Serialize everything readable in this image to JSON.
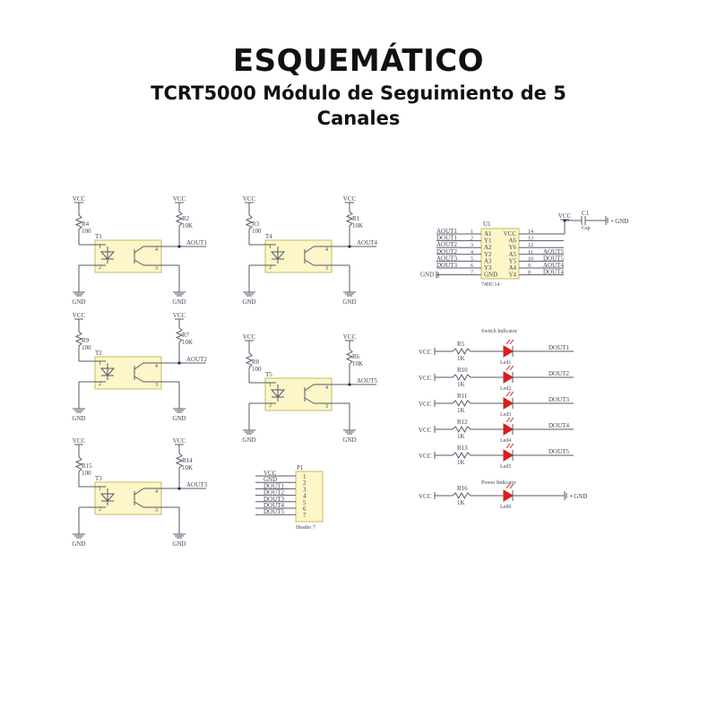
{
  "header": {
    "title": "ESQUEMÁTICO",
    "subtitle": "TCRT5000 Módulo de Seguimiento de 5 Canales"
  },
  "colors": {
    "wire": "#55586a",
    "chip_fill": "#fdf6c8",
    "chip_stroke": "#c9b860",
    "led": "#d81e1e",
    "label": "#3d3d80"
  },
  "labels": {
    "vcc": "VCC",
    "gnd": "GND",
    "switch_indicator": "Switch Indicator",
    "power_indicator": "Power Indicator"
  },
  "sensors": [
    {
      "ref": "T1",
      "r_led": "R4",
      "r_led_val": "100",
      "r_pull": "R2",
      "r_pull_val": "10K",
      "out": "AOUT1"
    },
    {
      "ref": "T4",
      "r_led": "R3",
      "r_led_val": "100",
      "r_pull": "R1",
      "r_pull_val": "10K",
      "out": "AOUT4"
    },
    {
      "ref": "T2",
      "r_led": "R9",
      "r_led_val": "100",
      "r_pull": "R7",
      "r_pull_val": "10K",
      "out": "AOUT2"
    },
    {
      "ref": "T5",
      "r_led": "R8",
      "r_led_val": "100",
      "r_pull": "R6",
      "r_pull_val": "10K",
      "out": "AOUT5"
    },
    {
      "ref": "T3",
      "r_led": "R15",
      "r_led_val": "100",
      "r_pull": "R14",
      "r_pull_val": "10K",
      "out": "AOUT3"
    }
  ],
  "chip": {
    "ref": "U1",
    "part": "74HC14",
    "left_pins": [
      {
        "net": "AOUT1",
        "num": "1",
        "name": "A1"
      },
      {
        "net": "DOUT1",
        "num": "2",
        "name": "Y1"
      },
      {
        "net": "AOUT2",
        "num": "3",
        "name": "A2"
      },
      {
        "net": "DOUT2",
        "num": "4",
        "name": "Y2"
      },
      {
        "net": "AOUT3",
        "num": "5",
        "name": "A3"
      },
      {
        "net": "DOUT3",
        "num": "6",
        "name": "Y3"
      },
      {
        "net": "GND",
        "num": "7",
        "name": "GND"
      }
    ],
    "right_pins": [
      {
        "net": "",
        "num": "14",
        "name": "VCC"
      },
      {
        "net": "",
        "num": "13",
        "name": "A6"
      },
      {
        "net": "",
        "num": "12",
        "name": "Y6"
      },
      {
        "net": "AOUT5",
        "num": "11",
        "name": "A5"
      },
      {
        "net": "DOUT5",
        "num": "10",
        "name": "Y5"
      },
      {
        "net": "AOUT4",
        "num": "9",
        "name": "A4"
      },
      {
        "net": "DOUT4",
        "num": "8",
        "name": "Y4"
      }
    ],
    "cap_ref": "C1",
    "cap_val": "Cap"
  },
  "header_conn": {
    "ref": "P1",
    "name": "Header 7",
    "pins": [
      {
        "net": "VCC",
        "num": "1"
      },
      {
        "net": "GND",
        "num": "2"
      },
      {
        "net": "DOUT1",
        "num": "3"
      },
      {
        "net": "DOUT2",
        "num": "4"
      },
      {
        "net": "DOUT3",
        "num": "5"
      },
      {
        "net": "DOUT4",
        "num": "6"
      },
      {
        "net": "DOUT5",
        "num": "7"
      }
    ]
  },
  "leds": [
    {
      "r": "R5",
      "r_val": "1K",
      "led": "Led1",
      "net": "DOUT1"
    },
    {
      "r": "R10",
      "r_val": "1K",
      "led": "Led2",
      "net": "DOUT2"
    },
    {
      "r": "R11",
      "r_val": "1K",
      "led": "Led3",
      "net": "DOUT3"
    },
    {
      "r": "R12",
      "r_val": "1K",
      "led": "Led4",
      "net": "DOUT4"
    },
    {
      "r": "R13",
      "r_val": "1K",
      "led": "Led5",
      "net": "DOUT5"
    }
  ],
  "power_led": {
    "r": "R16",
    "r_val": "1K",
    "led": "Led6",
    "net": "GND"
  }
}
